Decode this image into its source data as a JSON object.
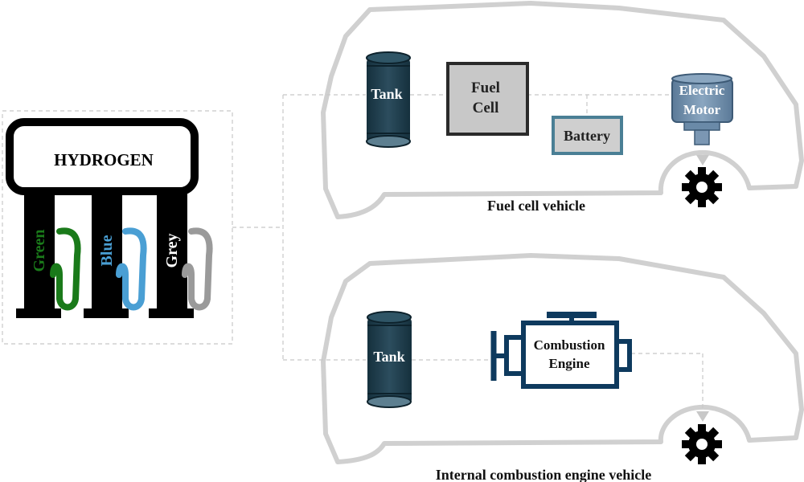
{
  "station": {
    "title": "HYDROGEN",
    "types": [
      "Green",
      "Blue",
      "Grey"
    ]
  },
  "fuel_cell_vehicle": {
    "caption": "Fuel cell vehicle",
    "tank": "Tank",
    "fuel_cell": [
      "Fuel",
      "Cell"
    ],
    "battery": "Battery",
    "motor": [
      "Electric",
      "Motor"
    ]
  },
  "ice_vehicle": {
    "caption": "Internal combustion engine vehicle",
    "tank": "Tank",
    "engine": [
      "Combustion",
      "Engine"
    ]
  },
  "colors": {
    "green": "#1a7a1a",
    "blue": "#4a9fd4",
    "grey": "#9a9a9a",
    "tank": "#1f3b4a",
    "engine": "#0e3a5e",
    "battery_border": "#4a7f95",
    "motor": "#6a8aa8",
    "car_outline": "#cfcfcf",
    "dashed": "#c8c8c8"
  }
}
